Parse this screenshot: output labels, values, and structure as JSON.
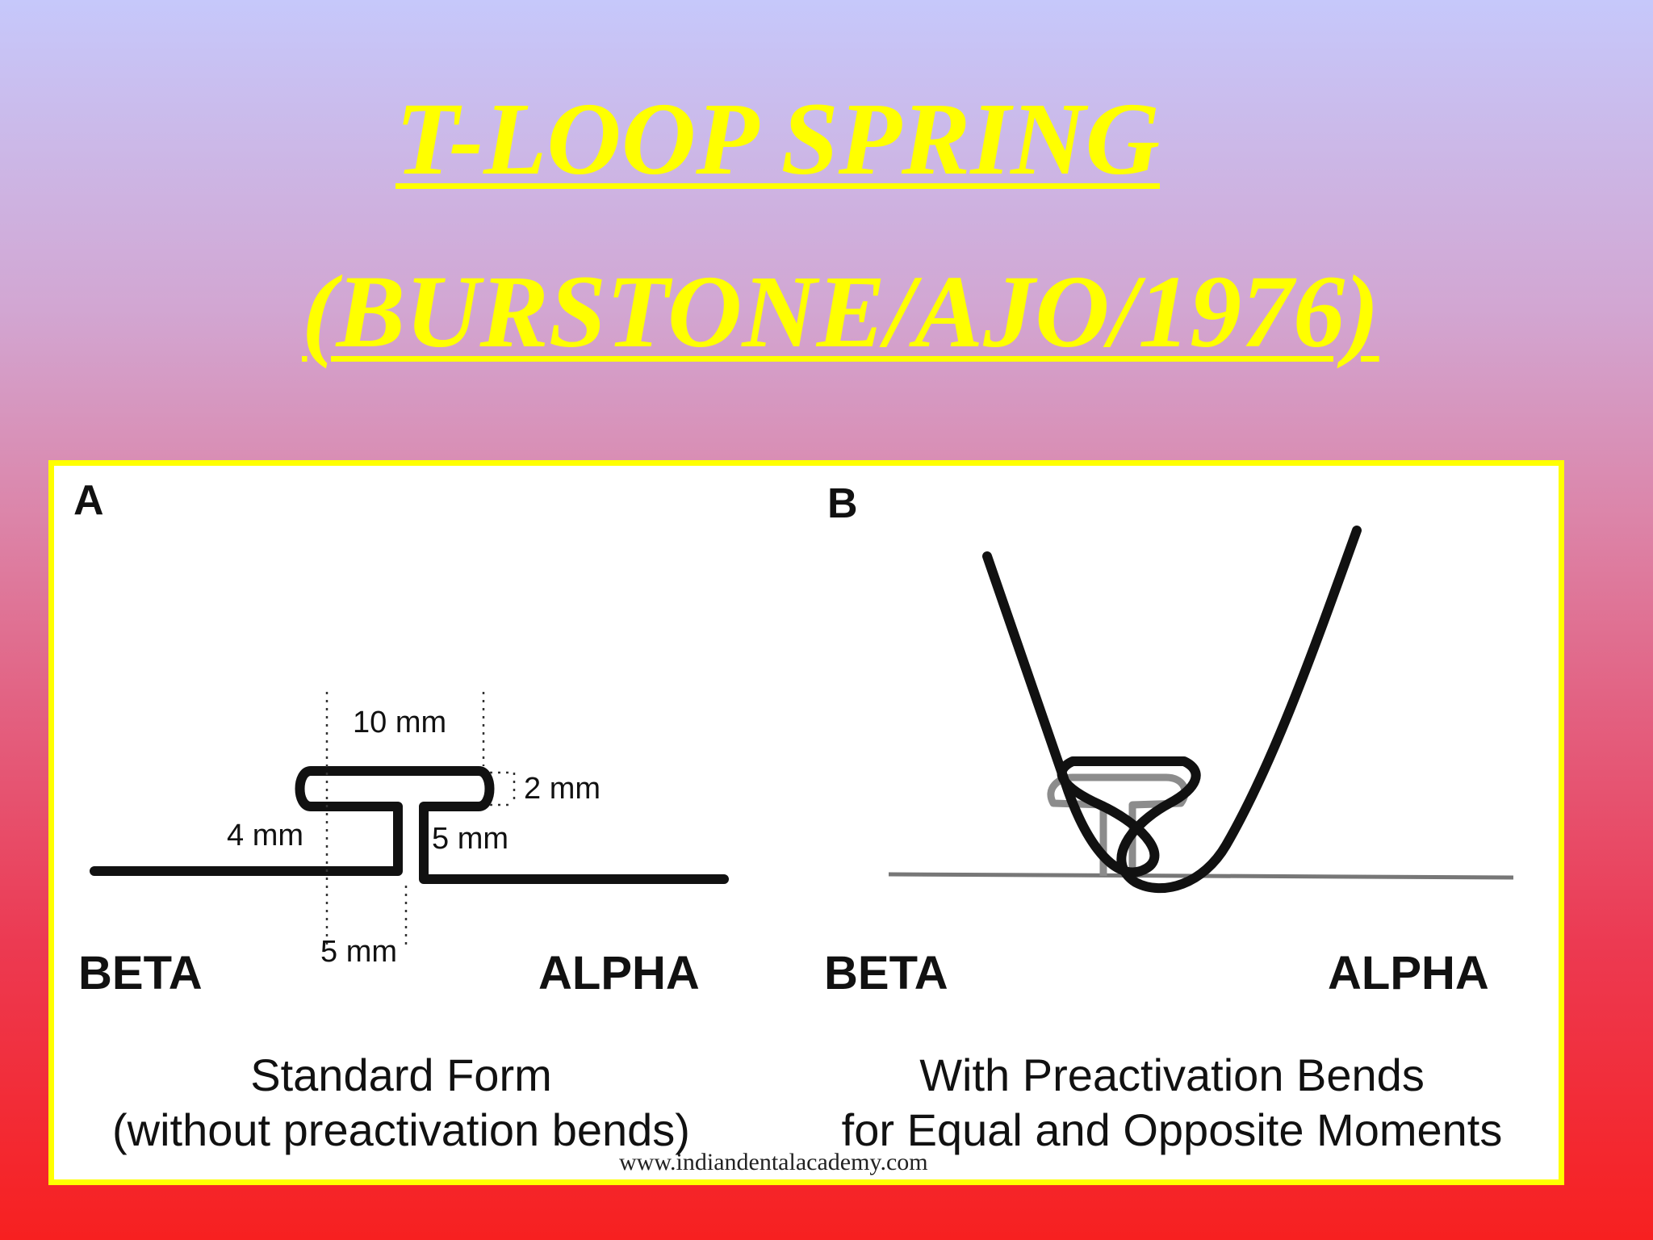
{
  "title": {
    "line1": "T-LOOP SPRING",
    "line2": "(BURSTONE/AJO/1976)"
  },
  "colors": {
    "title": "#ffff00",
    "panel_border": "#ffff00",
    "gradient_top": "#c6c8fb",
    "gradient_bottom": "#f72020"
  },
  "figure": {
    "panel_a": {
      "letter": "A",
      "dimensions": {
        "width_top": "10 mm",
        "loop_height": "2 mm",
        "left_height": "4 mm",
        "right_height": "5 mm",
        "leg_spacing": "5 mm"
      },
      "left_end": "BETA",
      "right_end": "ALPHA",
      "caption_line1": "Standard Form",
      "caption_line2": "(without preactivation bends)"
    },
    "panel_b": {
      "letter": "B",
      "left_end": "BETA",
      "right_end": "ALPHA",
      "caption_line1": "With Preactivation Bends",
      "caption_line2": "for Equal and Opposite Moments"
    },
    "watermark": "www.indiandentalacademy.com"
  }
}
